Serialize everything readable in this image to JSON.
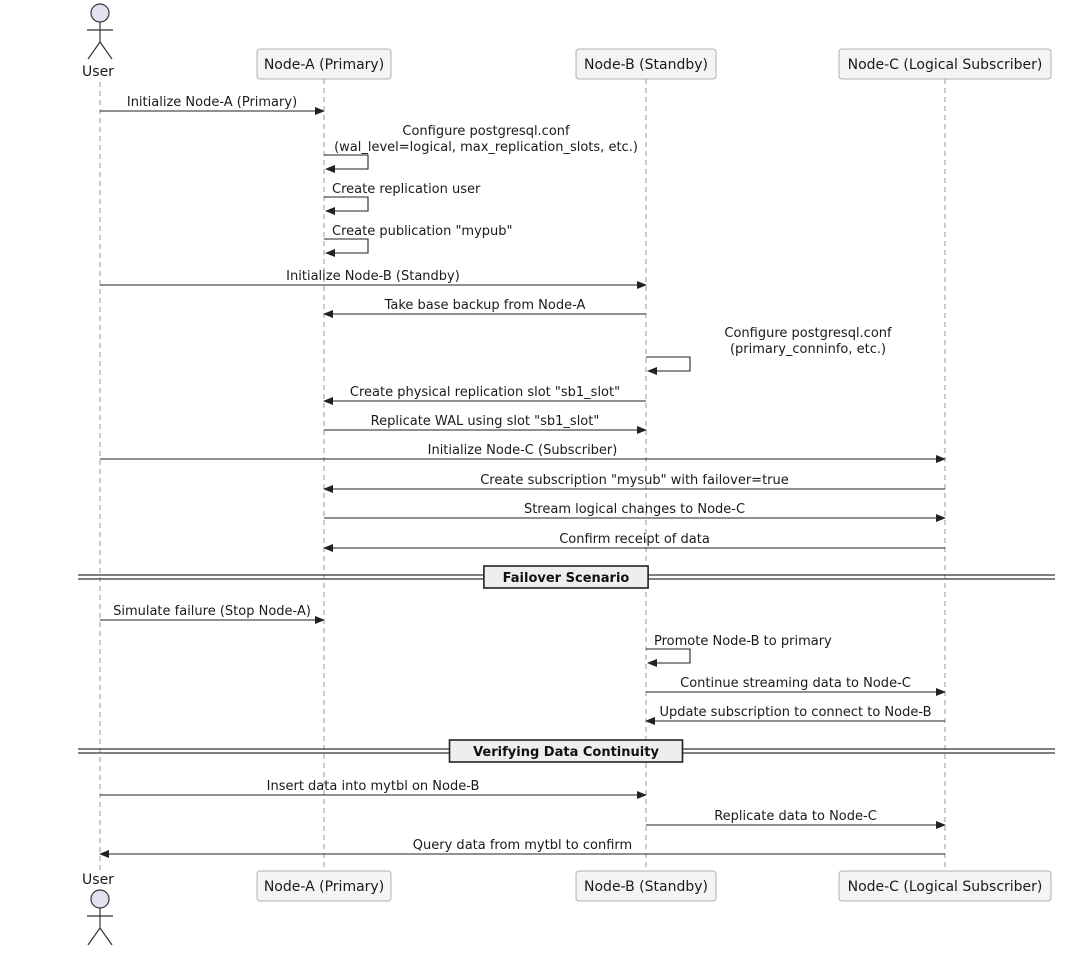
{
  "participants": [
    {
      "id": "user",
      "label": "User",
      "kind": "actor"
    },
    {
      "id": "a",
      "label": "Node-A (Primary)",
      "kind": "box"
    },
    {
      "id": "b",
      "label": "Node-B (Standby)",
      "kind": "box"
    },
    {
      "id": "c",
      "label": "Node-C (Logical Subscriber)",
      "kind": "box"
    }
  ],
  "steps": [
    {
      "type": "msg",
      "from": "user",
      "to": "a",
      "lines": [
        "Initialize Node-A (Primary)"
      ]
    },
    {
      "type": "self",
      "on": "a",
      "lines": [
        "Configure postgresql.conf",
        "(wal_level=logical, max_replication_slots, etc.)"
      ]
    },
    {
      "type": "self",
      "on": "a",
      "lines": [
        "Create replication user"
      ]
    },
    {
      "type": "self",
      "on": "a",
      "lines": [
        "Create publication \"mypub\""
      ]
    },
    {
      "type": "msg",
      "from": "user",
      "to": "b",
      "lines": [
        "Initialize Node-B (Standby)"
      ]
    },
    {
      "type": "msg",
      "from": "b",
      "to": "a",
      "lines": [
        "Take base backup from Node-A"
      ]
    },
    {
      "type": "self",
      "on": "b",
      "lines": [
        "Configure postgresql.conf",
        "(primary_conninfo, etc.)"
      ]
    },
    {
      "type": "msg",
      "from": "b",
      "to": "a",
      "lines": [
        "Create physical replication slot \"sb1_slot\""
      ]
    },
    {
      "type": "msg",
      "from": "a",
      "to": "b",
      "lines": [
        "Replicate WAL using slot \"sb1_slot\""
      ]
    },
    {
      "type": "msg",
      "from": "user",
      "to": "c",
      "lines": [
        "Initialize Node-C (Subscriber)"
      ]
    },
    {
      "type": "msg",
      "from": "c",
      "to": "a",
      "lines": [
        "Create subscription \"mysub\" with failover=true"
      ]
    },
    {
      "type": "msg",
      "from": "a",
      "to": "c",
      "lines": [
        "Stream logical changes to Node-C"
      ]
    },
    {
      "type": "msg",
      "from": "c",
      "to": "a",
      "lines": [
        "Confirm receipt of data"
      ]
    },
    {
      "type": "divider",
      "label": "Failover Scenario"
    },
    {
      "type": "msg",
      "from": "user",
      "to": "a",
      "lines": [
        "Simulate failure (Stop Node-A)"
      ]
    },
    {
      "type": "self",
      "on": "b",
      "lines": [
        "Promote Node-B to primary"
      ]
    },
    {
      "type": "msg",
      "from": "b",
      "to": "c",
      "lines": [
        "Continue streaming data to Node-C"
      ]
    },
    {
      "type": "msg",
      "from": "c",
      "to": "b",
      "lines": [
        "Update subscription to connect to Node-B"
      ]
    },
    {
      "type": "divider",
      "label": "Verifying Data Continuity"
    },
    {
      "type": "msg",
      "from": "user",
      "to": "b",
      "lines": [
        "Insert data into mytbl on Node-B"
      ]
    },
    {
      "type": "msg",
      "from": "b",
      "to": "c",
      "lines": [
        "Replicate data to Node-C"
      ]
    },
    {
      "type": "msg",
      "from": "c",
      "to": "user",
      "lines": [
        "Query data from mytbl to confirm"
      ]
    }
  ],
  "colors": {
    "line": "#222222",
    "lifeline": "#9a9a9a",
    "box_fill": "#f4f4f4",
    "box_stroke": "#b0b0b0",
    "actor_fill": "#e3e3f0",
    "divider_box_fill": "#eeeeee"
  }
}
